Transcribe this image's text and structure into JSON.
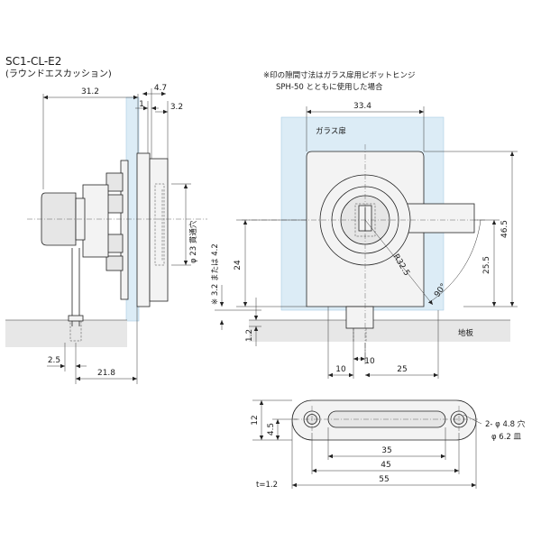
{
  "title": {
    "model": "SC1-CL-E2",
    "variant": "(ラウンドエスカッション)"
  },
  "notes": {
    "pivot_line1": "※印の隙間寸法はガラス扉用ピボットヒンジ",
    "pivot_line2": "SPH-50 とともに使用した場合",
    "glass_door": "ガラス扉",
    "floor": "地板",
    "gap_note": "※ 3.2 または 4.2",
    "hole_note1": "2- φ 4.8 穴",
    "hole_note2": "φ 6.2 皿",
    "thickness": "t=1.2",
    "bore": "φ 23 貫通穴",
    "radius": "R32.5",
    "angle": "90°"
  },
  "side_view": {
    "dims": {
      "d31_2": "31.2",
      "d4_7": "4.7",
      "d1": "1",
      "d3_2": "3.2",
      "d2_5": "2.5",
      "d21_8": "21.8"
    }
  },
  "front_view": {
    "dims": {
      "d33_4": "33.4",
      "d46_5": "46.5",
      "d25_5": "25.5",
      "d24": "24",
      "d1_2": "1.2",
      "d10a": "10",
      "d10b": "10",
      "d25": "25"
    }
  },
  "plate_view": {
    "dims": {
      "d12": "12",
      "d4_5": "4.5",
      "d35": "35",
      "d45": "45",
      "d55": "55"
    }
  },
  "colors": {
    "glass": "#dcecf6",
    "floor": "#e7e7e7",
    "line": "#222222"
  }
}
